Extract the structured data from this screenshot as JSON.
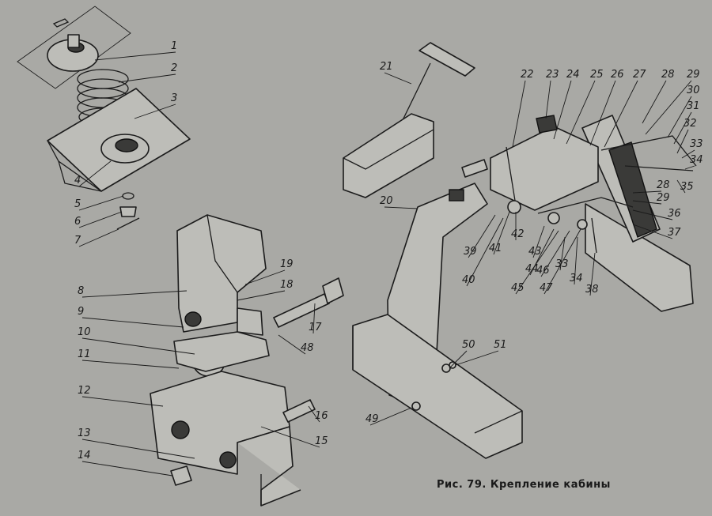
{
  "caption": "Рис. 79. Крепление кабины",
  "callouts": [
    "1",
    "2",
    "3",
    "4",
    "5",
    "6",
    "7",
    "8",
    "9",
    "10",
    "11",
    "12",
    "13",
    "14",
    "15",
    "16",
    "17",
    "18",
    "19",
    "20",
    "21",
    "22",
    "23",
    "24",
    "25",
    "26",
    "27",
    "28",
    "28",
    "29",
    "29",
    "30",
    "31",
    "32",
    "33",
    "33",
    "34",
    "34",
    "35",
    "36",
    "37",
    "38",
    "39",
    "40",
    "41",
    "42",
    "43",
    "44",
    "45",
    "46",
    "47",
    "48",
    "49",
    "50",
    "51"
  ]
}
